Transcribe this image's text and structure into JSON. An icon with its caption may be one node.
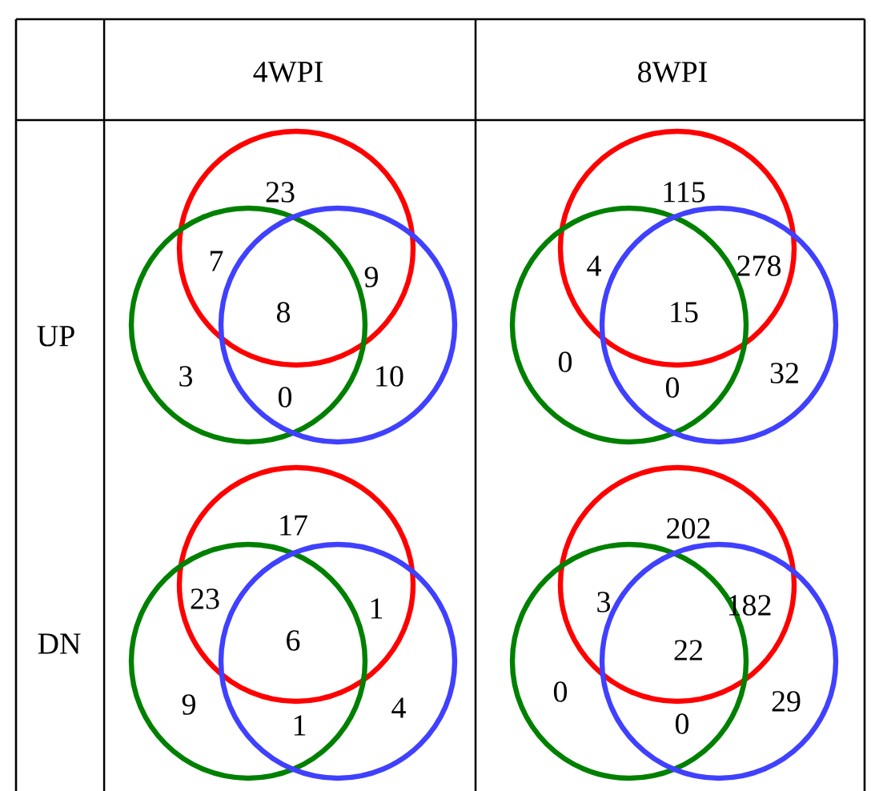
{
  "diagram": {
    "labels": [
      "4WPI",
      "8WPI",
      "UP",
      "23",
      "7",
      "9",
      "8",
      "3",
      "0",
      "10",
      "115",
      "4",
      "278",
      "15",
      "0",
      "0",
      "32",
      "DN",
      "17",
      "23",
      "1",
      "6",
      "9",
      "1",
      "4",
      "202",
      "3",
      "182",
      "22",
      "0",
      "0",
      "29"
    ]
  }
}
